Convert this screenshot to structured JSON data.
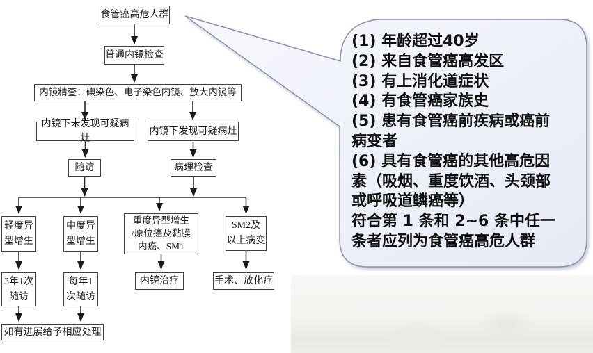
{
  "flowchart": {
    "nodes": [
      {
        "id": "high-risk-group",
        "label": "食管癌高危人群"
      },
      {
        "id": "routine-endoscopy",
        "label": "普通内镜检查"
      },
      {
        "id": "refined-endoscopy",
        "label": "内镜精查：碘染色、电子染色内镜、放大内镜等"
      },
      {
        "id": "no-lesion-found",
        "label": "内镜下未发现可疑病灶"
      },
      {
        "id": "lesion-found",
        "label": "内镜下发现可疑病灶"
      },
      {
        "id": "follow-up",
        "label": "随访"
      },
      {
        "id": "pathology-exam",
        "label": "病理检查"
      },
      {
        "id": "mild-dysplasia",
        "label": "轻度异\n型增生"
      },
      {
        "id": "moderate-dysplasia",
        "label": "中度异\n型增生"
      },
      {
        "id": "severe-dysplasia-sm1",
        "label": "重度异型增生\n/原位癌及黏膜\n内癌、SM1"
      },
      {
        "id": "sm2-above",
        "label": "SM2及\n以上病变"
      },
      {
        "id": "follow-up-3yr",
        "label": "3年1次\n随访"
      },
      {
        "id": "follow-up-annual",
        "label": "每年1\n次随访"
      },
      {
        "id": "endoscopic-therapy",
        "label": "内镜治疗"
      },
      {
        "id": "surgery-chemoradiation",
        "label": "手术、放化疗"
      },
      {
        "id": "progression-handling",
        "label": "如有进展给予相应处理"
      }
    ],
    "edges": [
      {
        "from": "high-risk-group",
        "to": "routine-endoscopy"
      },
      {
        "from": "routine-endoscopy",
        "to": "refined-endoscopy"
      },
      {
        "from": "refined-endoscopy",
        "to": "no-lesion-found"
      },
      {
        "from": "refined-endoscopy",
        "to": "lesion-found"
      },
      {
        "from": "no-lesion-found",
        "to": "follow-up"
      },
      {
        "from": "lesion-found",
        "to": "pathology-exam"
      },
      {
        "from": "follow-up",
        "to": "result-branch"
      },
      {
        "from": "pathology-exam",
        "to": "result-branch"
      },
      {
        "from": "result-branch",
        "to": "mild-dysplasia"
      },
      {
        "from": "result-branch",
        "to": "moderate-dysplasia"
      },
      {
        "from": "result-branch",
        "to": "severe-dysplasia-sm1"
      },
      {
        "from": "result-branch",
        "to": "sm2-above"
      },
      {
        "from": "mild-dysplasia",
        "to": "follow-up-3yr"
      },
      {
        "from": "moderate-dysplasia",
        "to": "follow-up-annual"
      },
      {
        "from": "severe-dysplasia-sm1",
        "to": "endoscopic-therapy"
      },
      {
        "from": "sm2-above",
        "to": "surgery-chemoradiation"
      },
      {
        "from": "follow-up-3yr",
        "to": "progression-handling"
      },
      {
        "from": "follow-up-annual",
        "to": "progression-handling"
      }
    ]
  },
  "callout": {
    "points_to": "high-risk-group",
    "items": [
      "(1) 年龄超过40岁",
      "(2) 来自食管癌高发区",
      "(3) 有上消化道症状",
      "(4) 有食管癌家族史",
      "(5) 患有食管癌前疾病或癌前\n病变者",
      "(6) 具有食管癌的其他高危因\n素（吸烟、重度饮酒、头颈部\n或呼吸道鳞癌等）",
      "符合第 1 条和 2~6 条中任一\n条者应列为食管癌高危人群"
    ]
  },
  "colors": {
    "bubble_fill": "#eceef8",
    "bubble_border": "#8e92ab",
    "box_border": "#3f3f3f",
    "line": "#2a2a2a",
    "text": "#1c1c1c"
  }
}
